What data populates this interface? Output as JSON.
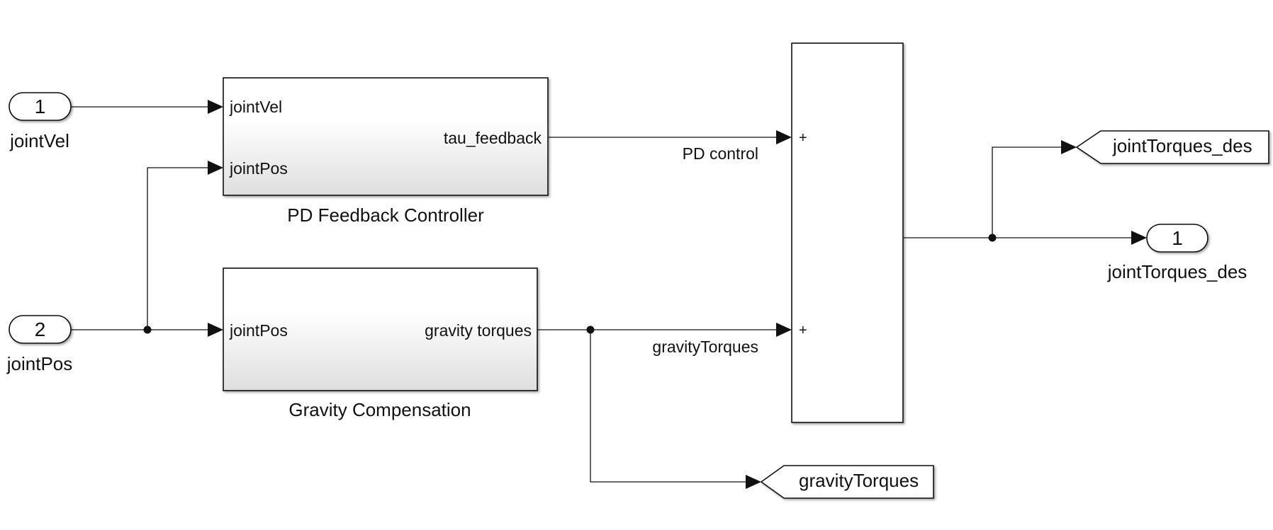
{
  "colors": {
    "block_border": "#111111",
    "block_gradient_top": "#ffffff",
    "block_gradient_bottom": "#dedede",
    "line": "#111111",
    "background": "#ffffff"
  },
  "inports": [
    {
      "number": "1",
      "name": "jointVel"
    },
    {
      "number": "2",
      "name": "jointPos"
    }
  ],
  "blocks": {
    "pd_controller": {
      "title": "PD Feedback Controller",
      "inputs": [
        "jointVel",
        "jointPos"
      ],
      "output": "tau_feedback"
    },
    "gravity_compensation": {
      "title": "Gravity Compensation",
      "input": "jointPos",
      "output": "gravity torques"
    },
    "sum": {
      "signs": [
        "+",
        "+"
      ]
    }
  },
  "signals": {
    "pd_control": "PD control",
    "gravity_torques": "gravityTorques"
  },
  "goto_tags": {
    "joint_torques": "jointTorques_des",
    "gravity_torques": "gravityTorques"
  },
  "outport": {
    "number": "1",
    "name": "jointTorques_des"
  }
}
